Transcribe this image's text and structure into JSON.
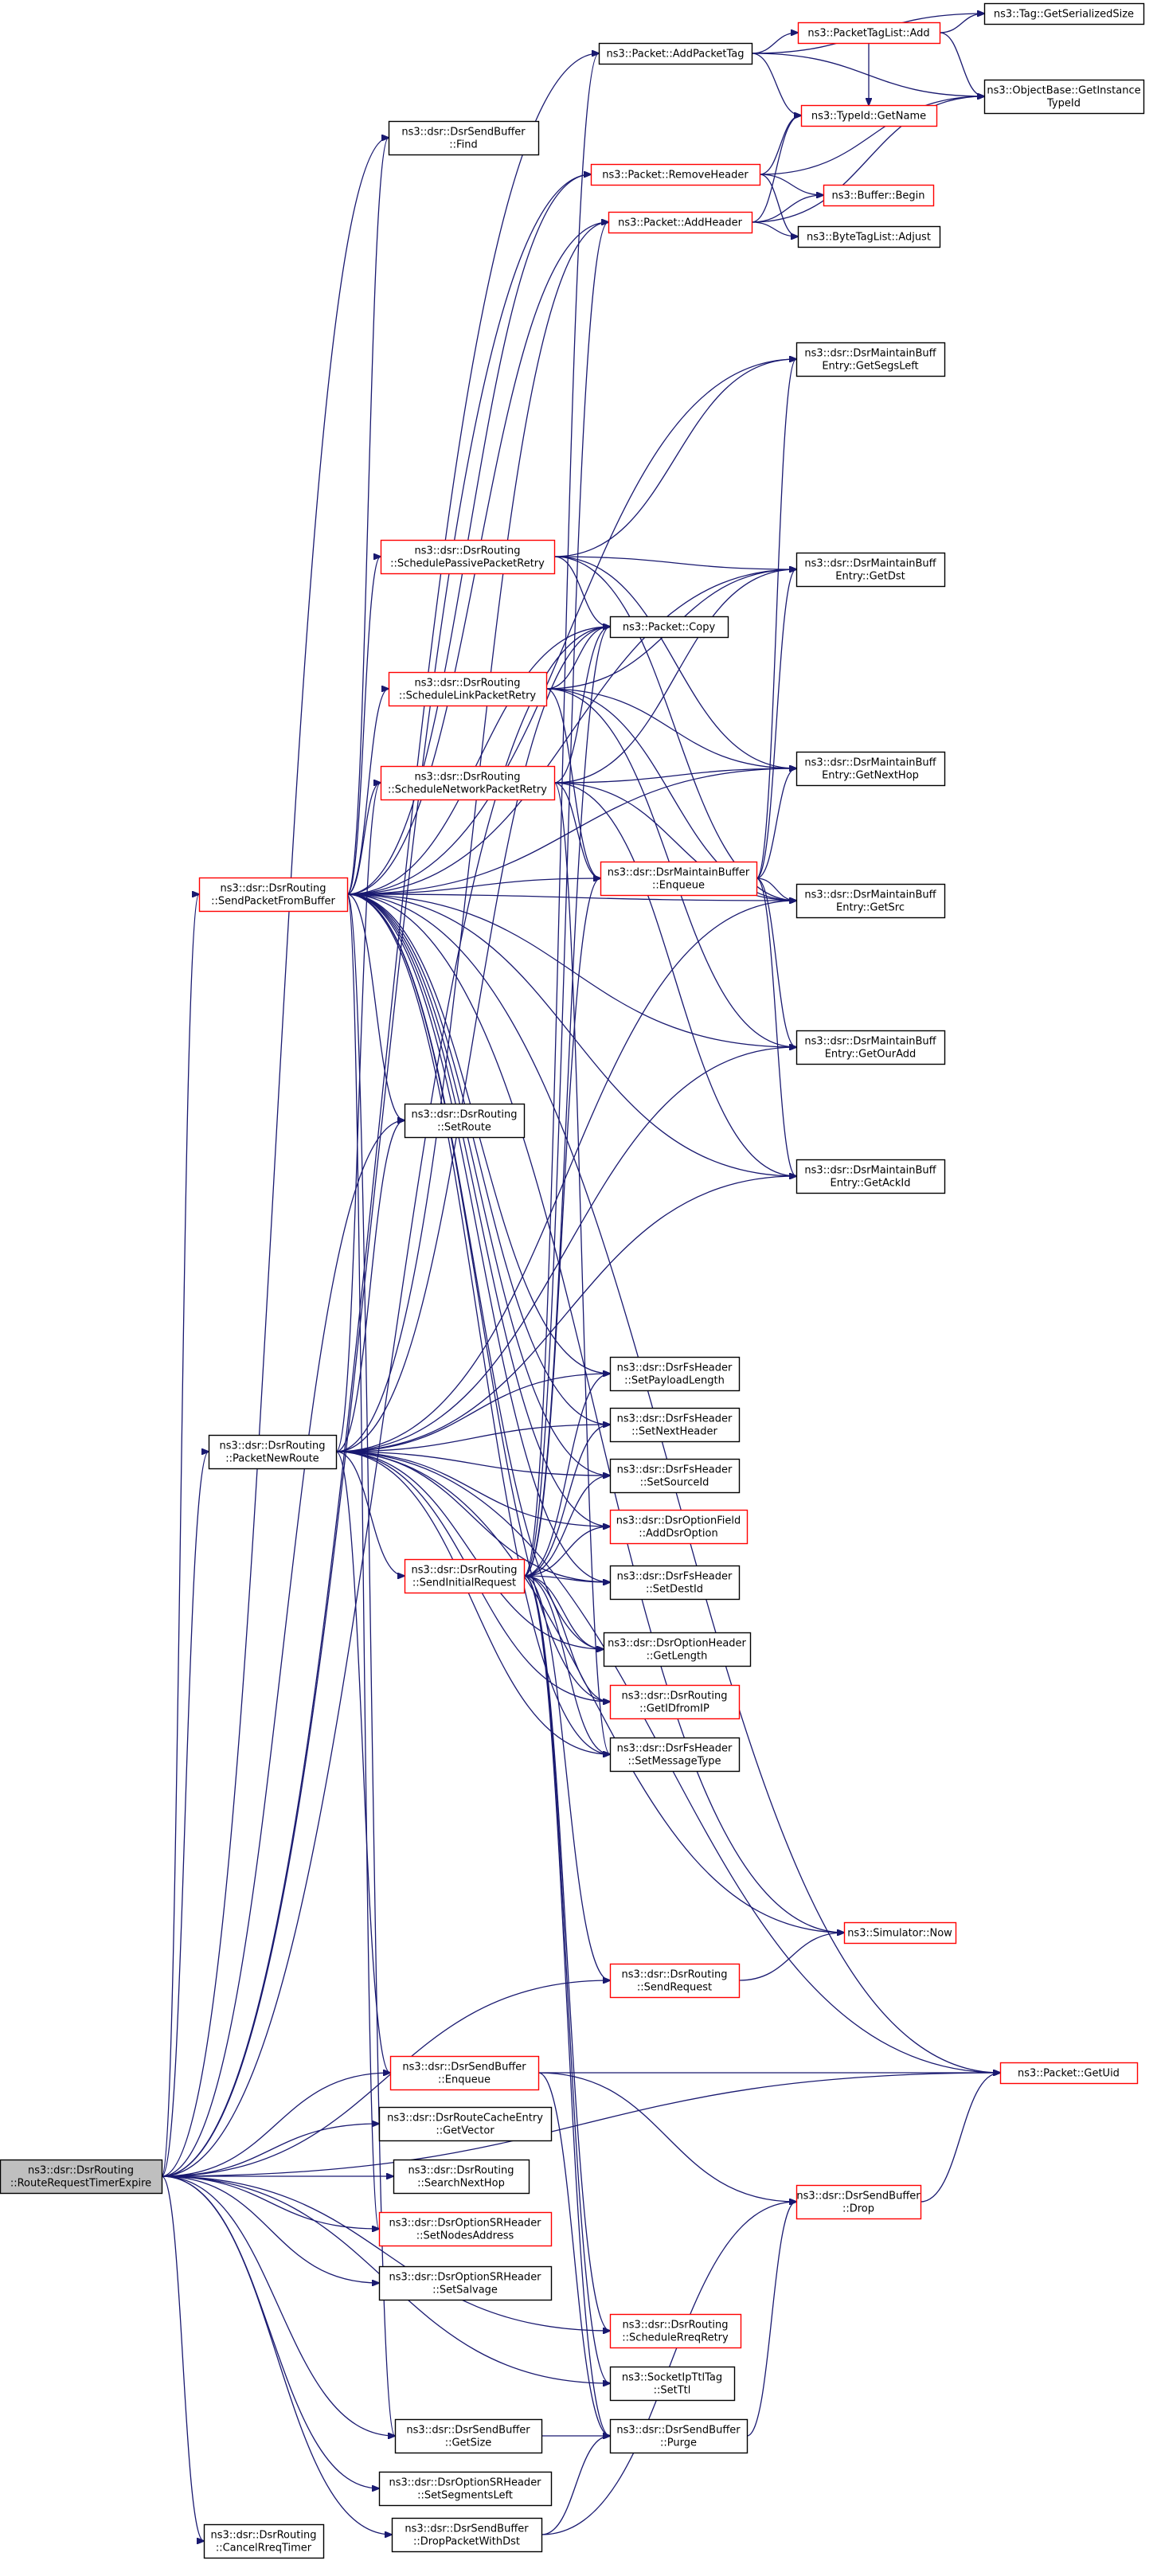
{
  "nodes": [
    {
      "id": "root",
      "lines": [
        "ns3::dsr::DsrRouting",
        "::RouteRequestTimerExpire"
      ],
      "style": "root"
    },
    {
      "id": "addPacketTag",
      "lines": [
        "ns3::Packet::AddPacketTag"
      ],
      "style": "black"
    },
    {
      "id": "packetTagListAdd",
      "lines": [
        "ns3::PacketTagList::Add"
      ],
      "style": "red"
    },
    {
      "id": "tagGetSerializedSize",
      "lines": [
        "ns3::Tag::GetSerializedSize"
      ],
      "style": "black"
    },
    {
      "id": "objectBaseGetInstanceTypeId",
      "lines": [
        "ns3::ObjectBase::GetInstance",
        "TypeId"
      ],
      "style": "black"
    },
    {
      "id": "typeIdGetName",
      "lines": [
        "ns3::TypeId::GetName"
      ],
      "style": "red"
    },
    {
      "id": "sendBufferFind",
      "lines": [
        "ns3::dsr::DsrSendBuffer",
        "::Find"
      ],
      "style": "black"
    },
    {
      "id": "packetRemoveHeader",
      "lines": [
        "ns3::Packet::RemoveHeader"
      ],
      "style": "red"
    },
    {
      "id": "bufferBegin",
      "lines": [
        "ns3::Buffer::Begin"
      ],
      "style": "red"
    },
    {
      "id": "packetAddHeader",
      "lines": [
        "ns3::Packet::AddHeader"
      ],
      "style": "red"
    },
    {
      "id": "byteTagListAdjust",
      "lines": [
        "ns3::ByteTagList::Adjust"
      ],
      "style": "black"
    },
    {
      "id": "getSegsLeft",
      "lines": [
        "ns3::dsr::DsrMaintainBuff",
        "Entry::GetSegsLeft"
      ],
      "style": "black"
    },
    {
      "id": "schedulePassive",
      "lines": [
        "ns3::dsr::DsrRouting",
        "::SchedulePassivePacketRetry"
      ],
      "style": "red"
    },
    {
      "id": "getDst",
      "lines": [
        "ns3::dsr::DsrMaintainBuff",
        "Entry::GetDst"
      ],
      "style": "black"
    },
    {
      "id": "packetCopy",
      "lines": [
        "ns3::Packet::Copy"
      ],
      "style": "black"
    },
    {
      "id": "scheduleLink",
      "lines": [
        "ns3::dsr::DsrRouting",
        "::ScheduleLinkPacketRetry"
      ],
      "style": "red"
    },
    {
      "id": "getNextHop",
      "lines": [
        "ns3::dsr::DsrMaintainBuff",
        "Entry::GetNextHop"
      ],
      "style": "black"
    },
    {
      "id": "scheduleNetwork",
      "lines": [
        "ns3::dsr::DsrRouting",
        "::ScheduleNetworkPacketRetry"
      ],
      "style": "red"
    },
    {
      "id": "maintainBufferEnqueue",
      "lines": [
        "ns3::dsr::DsrMaintainBuffer",
        "::Enqueue"
      ],
      "style": "red"
    },
    {
      "id": "sendPacketFromBuffer",
      "lines": [
        "ns3::dsr::DsrRouting",
        "::SendPacketFromBuffer"
      ],
      "style": "red"
    },
    {
      "id": "getSrc",
      "lines": [
        "ns3::dsr::DsrMaintainBuff",
        "Entry::GetSrc"
      ],
      "style": "black"
    },
    {
      "id": "getOurAdd",
      "lines": [
        "ns3::dsr::DsrMaintainBuff",
        "Entry::GetOurAdd"
      ],
      "style": "black"
    },
    {
      "id": "setRoute",
      "lines": [
        "ns3::dsr::DsrRouting",
        "::SetRoute"
      ],
      "style": "black"
    },
    {
      "id": "getAckId",
      "lines": [
        "ns3::dsr::DsrMaintainBuff",
        "Entry::GetAckId"
      ],
      "style": "black"
    },
    {
      "id": "setPayloadLength",
      "lines": [
        "ns3::dsr::DsrFsHeader",
        "::SetPayloadLength"
      ],
      "style": "black"
    },
    {
      "id": "packetNewRoute",
      "lines": [
        "ns3::dsr::DsrRouting",
        "::PacketNewRoute"
      ],
      "style": "black"
    },
    {
      "id": "setNextHeader",
      "lines": [
        "ns3::dsr::DsrFsHeader",
        "::SetNextHeader"
      ],
      "style": "black"
    },
    {
      "id": "setSourceId",
      "lines": [
        "ns3::dsr::DsrFsHeader",
        "::SetSourceId"
      ],
      "style": "black"
    },
    {
      "id": "addDsrOption",
      "lines": [
        "ns3::dsr::DsrOptionField",
        "::AddDsrOption"
      ],
      "style": "red"
    },
    {
      "id": "sendInitialRequest",
      "lines": [
        "ns3::dsr::DsrRouting",
        "::SendInitialRequest"
      ],
      "style": "red"
    },
    {
      "id": "setDestId",
      "lines": [
        "ns3::dsr::DsrFsHeader",
        "::SetDestId"
      ],
      "style": "black"
    },
    {
      "id": "optionHeaderGetLength",
      "lines": [
        "ns3::dsr::DsrOptionHeader",
        "::GetLength"
      ],
      "style": "black"
    },
    {
      "id": "getIDfromIP",
      "lines": [
        "ns3::dsr::DsrRouting",
        "::GetIDfromIP"
      ],
      "style": "red"
    },
    {
      "id": "setMessageType",
      "lines": [
        "ns3::dsr::DsrFsHeader",
        "::SetMessageType"
      ],
      "style": "black"
    },
    {
      "id": "simulatorNow",
      "lines": [
        "ns3::Simulator::Now"
      ],
      "style": "red"
    },
    {
      "id": "sendRequest",
      "lines": [
        "ns3::dsr::DsrRouting",
        "::SendRequest"
      ],
      "style": "red"
    },
    {
      "id": "sendBufferEnqueue",
      "lines": [
        "ns3::dsr::DsrSendBuffer",
        "::Enqueue"
      ],
      "style": "red"
    },
    {
      "id": "packetGetUid",
      "lines": [
        "ns3::Packet::GetUid"
      ],
      "style": "red"
    },
    {
      "id": "routeCacheGetVector",
      "lines": [
        "ns3::dsr::DsrRouteCacheEntry",
        "::GetVector"
      ],
      "style": "black"
    },
    {
      "id": "searchNextHop",
      "lines": [
        "ns3::dsr::DsrRouting",
        "::SearchNextHop"
      ],
      "style": "black"
    },
    {
      "id": "sendBufferDrop",
      "lines": [
        "ns3::dsr::DsrSendBuffer",
        "::Drop"
      ],
      "style": "red"
    },
    {
      "id": "setNodesAddress",
      "lines": [
        "ns3::dsr::DsrOptionSRHeader",
        "::SetNodesAddress"
      ],
      "style": "red"
    },
    {
      "id": "setSalvage",
      "lines": [
        "ns3::dsr::DsrOptionSRHeader",
        "::SetSalvage"
      ],
      "style": "black"
    },
    {
      "id": "scheduleRreqRetry",
      "lines": [
        "ns3::dsr::DsrRouting",
        "::ScheduleRreqRetry"
      ],
      "style": "red"
    },
    {
      "id": "socketIpTtlTagSetTtl",
      "lines": [
        "ns3::SocketIpTtlTag",
        "::SetTtl"
      ],
      "style": "black"
    },
    {
      "id": "sendBufferGetSize",
      "lines": [
        "ns3::dsr::DsrSendBuffer",
        "::GetSize"
      ],
      "style": "black"
    },
    {
      "id": "sendBufferPurge",
      "lines": [
        "ns3::dsr::DsrSendBuffer",
        "::Purge"
      ],
      "style": "black"
    },
    {
      "id": "setSegmentsLeft",
      "lines": [
        "ns3::dsr::DsrOptionSRHeader",
        "::SetSegmentsLeft"
      ],
      "style": "black"
    },
    {
      "id": "cancelRreqTimer",
      "lines": [
        "ns3::dsr::DsrRouting",
        "::CancelRreqTimer"
      ],
      "style": "black"
    },
    {
      "id": "dropPacketWithDst",
      "lines": [
        "ns3::dsr::DsrSendBuffer",
        "::DropPacketWithDst"
      ],
      "style": "black"
    }
  ],
  "edges": [
    [
      "root",
      "addPacketTag"
    ],
    [
      "root",
      "packetRemoveHeader"
    ],
    [
      "root",
      "packetCopy"
    ],
    [
      "root",
      "sendBufferFind"
    ],
    [
      "root",
      "sendPacketFromBuffer"
    ],
    [
      "root",
      "setRoute"
    ],
    [
      "root",
      "packetNewRoute"
    ],
    [
      "root",
      "sendRequest"
    ],
    [
      "root",
      "sendBufferEnqueue"
    ],
    [
      "root",
      "routeCacheGetVector"
    ],
    [
      "root",
      "searchNextHop"
    ],
    [
      "root",
      "setNodesAddress"
    ],
    [
      "root",
      "setSalvage"
    ],
    [
      "root",
      "scheduleRreqRetry"
    ],
    [
      "root",
      "socketIpTtlTagSetTtl"
    ],
    [
      "root",
      "sendBufferGetSize"
    ],
    [
      "root",
      "setSegmentsLeft"
    ],
    [
      "root",
      "cancelRreqTimer"
    ],
    [
      "root",
      "dropPacketWithDst"
    ],
    [
      "root",
      "packetGetUid"
    ],
    [
      "addPacketTag",
      "packetTagListAdd"
    ],
    [
      "addPacketTag",
      "tagGetSerializedSize"
    ],
    [
      "addPacketTag",
      "objectBaseGetInstanceTypeId"
    ],
    [
      "addPacketTag",
      "typeIdGetName"
    ],
    [
      "packetTagListAdd",
      "objectBaseGetInstanceTypeId"
    ],
    [
      "packetTagListAdd",
      "typeIdGetName"
    ],
    [
      "packetTagListAdd",
      "tagGetSerializedSize"
    ],
    [
      "packetRemoveHeader",
      "typeIdGetName"
    ],
    [
      "packetRemoveHeader",
      "bufferBegin"
    ],
    [
      "packetRemoveHeader",
      "objectBaseGetInstanceTypeId"
    ],
    [
      "packetRemoveHeader",
      "byteTagListAdjust"
    ],
    [
      "packetAddHeader",
      "typeIdGetName"
    ],
    [
      "packetAddHeader",
      "bufferBegin"
    ],
    [
      "packetAddHeader",
      "byteTagListAdjust"
    ],
    [
      "packetAddHeader",
      "objectBaseGetInstanceTypeId"
    ],
    [
      "schedulePassive",
      "getSegsLeft"
    ],
    [
      "schedulePassive",
      "getDst"
    ],
    [
      "schedulePassive",
      "packetCopy"
    ],
    [
      "schedulePassive",
      "getNextHop"
    ],
    [
      "schedulePassive",
      "getSrc"
    ],
    [
      "scheduleLink",
      "getDst"
    ],
    [
      "scheduleLink",
      "packetCopy"
    ],
    [
      "scheduleLink",
      "getNextHop"
    ],
    [
      "scheduleLink",
      "maintainBufferEnqueue"
    ],
    [
      "scheduleLink",
      "getSrc"
    ],
    [
      "scheduleLink",
      "getOurAdd"
    ],
    [
      "scheduleNetwork",
      "getDst"
    ],
    [
      "scheduleNetwork",
      "packetCopy"
    ],
    [
      "scheduleNetwork",
      "getNextHop"
    ],
    [
      "scheduleNetwork",
      "maintainBufferEnqueue"
    ],
    [
      "scheduleNetwork",
      "getSrc"
    ],
    [
      "scheduleNetwork",
      "getAckId"
    ],
    [
      "scheduleNetwork",
      "setMessageType"
    ],
    [
      "maintainBufferEnqueue",
      "getSegsLeft"
    ],
    [
      "maintainBufferEnqueue",
      "getDst"
    ],
    [
      "maintainBufferEnqueue",
      "getNextHop"
    ],
    [
      "maintainBufferEnqueue",
      "getSrc"
    ],
    [
      "maintainBufferEnqueue",
      "getOurAdd"
    ],
    [
      "maintainBufferEnqueue",
      "getAckId"
    ],
    [
      "sendPacketFromBuffer",
      "sendBufferFind"
    ],
    [
      "sendPacketFromBuffer",
      "packetRemoveHeader"
    ],
    [
      "sendPacketFromBuffer",
      "packetAddHeader"
    ],
    [
      "sendPacketFromBuffer",
      "getSegsLeft"
    ],
    [
      "sendPacketFromBuffer",
      "schedulePassive"
    ],
    [
      "sendPacketFromBuffer",
      "getDst"
    ],
    [
      "sendPacketFromBuffer",
      "packetCopy"
    ],
    [
      "sendPacketFromBuffer",
      "scheduleLink"
    ],
    [
      "sendPacketFromBuffer",
      "getNextHop"
    ],
    [
      "sendPacketFromBuffer",
      "scheduleNetwork"
    ],
    [
      "sendPacketFromBuffer",
      "maintainBufferEnqueue"
    ],
    [
      "sendPacketFromBuffer",
      "getSrc"
    ],
    [
      "sendPacketFromBuffer",
      "getOurAdd"
    ],
    [
      "sendPacketFromBuffer",
      "setRoute"
    ],
    [
      "sendPacketFromBuffer",
      "getAckId"
    ],
    [
      "sendPacketFromBuffer",
      "setPayloadLength"
    ],
    [
      "sendPacketFromBuffer",
      "setNextHeader"
    ],
    [
      "sendPacketFromBuffer",
      "setSourceId"
    ],
    [
      "sendPacketFromBuffer",
      "addDsrOption"
    ],
    [
      "sendPacketFromBuffer",
      "setDestId"
    ],
    [
      "sendPacketFromBuffer",
      "optionHeaderGetLength"
    ],
    [
      "sendPacketFromBuffer",
      "getIDfromIP"
    ],
    [
      "sendPacketFromBuffer",
      "setMessageType"
    ],
    [
      "sendPacketFromBuffer",
      "simulatorNow"
    ],
    [
      "sendPacketFromBuffer",
      "sendBufferGetSize"
    ],
    [
      "sendPacketFromBuffer",
      "setNodesAddress"
    ],
    [
      "sendPacketFromBuffer",
      "packetGetUid"
    ],
    [
      "packetNewRoute",
      "packetAddHeader"
    ],
    [
      "packetNewRoute",
      "packetCopy"
    ],
    [
      "packetNewRoute",
      "setRoute"
    ],
    [
      "packetNewRoute",
      "getSrc"
    ],
    [
      "packetNewRoute",
      "getOurAdd"
    ],
    [
      "packetNewRoute",
      "getAckId"
    ],
    [
      "packetNewRoute",
      "setPayloadLength"
    ],
    [
      "packetNewRoute",
      "setNextHeader"
    ],
    [
      "packetNewRoute",
      "setSourceId"
    ],
    [
      "packetNewRoute",
      "addDsrOption"
    ],
    [
      "packetNewRoute",
      "sendInitialRequest"
    ],
    [
      "packetNewRoute",
      "setDestId"
    ],
    [
      "packetNewRoute",
      "optionHeaderGetLength"
    ],
    [
      "packetNewRoute",
      "getIDfromIP"
    ],
    [
      "packetNewRoute",
      "setMessageType"
    ],
    [
      "packetNewRoute",
      "simulatorNow"
    ],
    [
      "packetNewRoute",
      "packetGetUid"
    ],
    [
      "packetNewRoute",
      "scheduleNetwork"
    ],
    [
      "packetNewRoute",
      "sendBufferEnqueue"
    ],
    [
      "sendInitialRequest",
      "addPacketTag"
    ],
    [
      "sendInitialRequest",
      "packetAddHeader"
    ],
    [
      "sendInitialRequest",
      "packetCopy"
    ],
    [
      "sendInitialRequest",
      "maintainBufferEnqueue"
    ],
    [
      "sendInitialRequest",
      "setPayloadLength"
    ],
    [
      "sendInitialRequest",
      "setNextHeader"
    ],
    [
      "sendInitialRequest",
      "setSourceId"
    ],
    [
      "sendInitialRequest",
      "addDsrOption"
    ],
    [
      "sendInitialRequest",
      "setDestId"
    ],
    [
      "sendInitialRequest",
      "optionHeaderGetLength"
    ],
    [
      "sendInitialRequest",
      "getIDfromIP"
    ],
    [
      "sendInitialRequest",
      "setMessageType"
    ],
    [
      "sendInitialRequest",
      "sendRequest"
    ],
    [
      "sendInitialRequest",
      "scheduleRreqRetry"
    ],
    [
      "sendInitialRequest",
      "socketIpTtlTagSetTtl"
    ],
    [
      "sendInitialRequest",
      "sendBufferPurge"
    ],
    [
      "sendRequest",
      "simulatorNow"
    ],
    [
      "sendBufferEnqueue",
      "packetGetUid"
    ],
    [
      "sendBufferEnqueue",
      "sendBufferDrop"
    ],
    [
      "sendBufferEnqueue",
      "sendBufferPurge"
    ],
    [
      "sendBufferDrop",
      "packetGetUid"
    ],
    [
      "sendBufferGetSize",
      "sendBufferPurge"
    ],
    [
      "sendBufferPurge",
      "sendBufferDrop"
    ],
    [
      "dropPacketWithDst",
      "sendBufferPurge"
    ],
    [
      "dropPacketWithDst",
      "sendBufferDrop"
    ]
  ]
}
